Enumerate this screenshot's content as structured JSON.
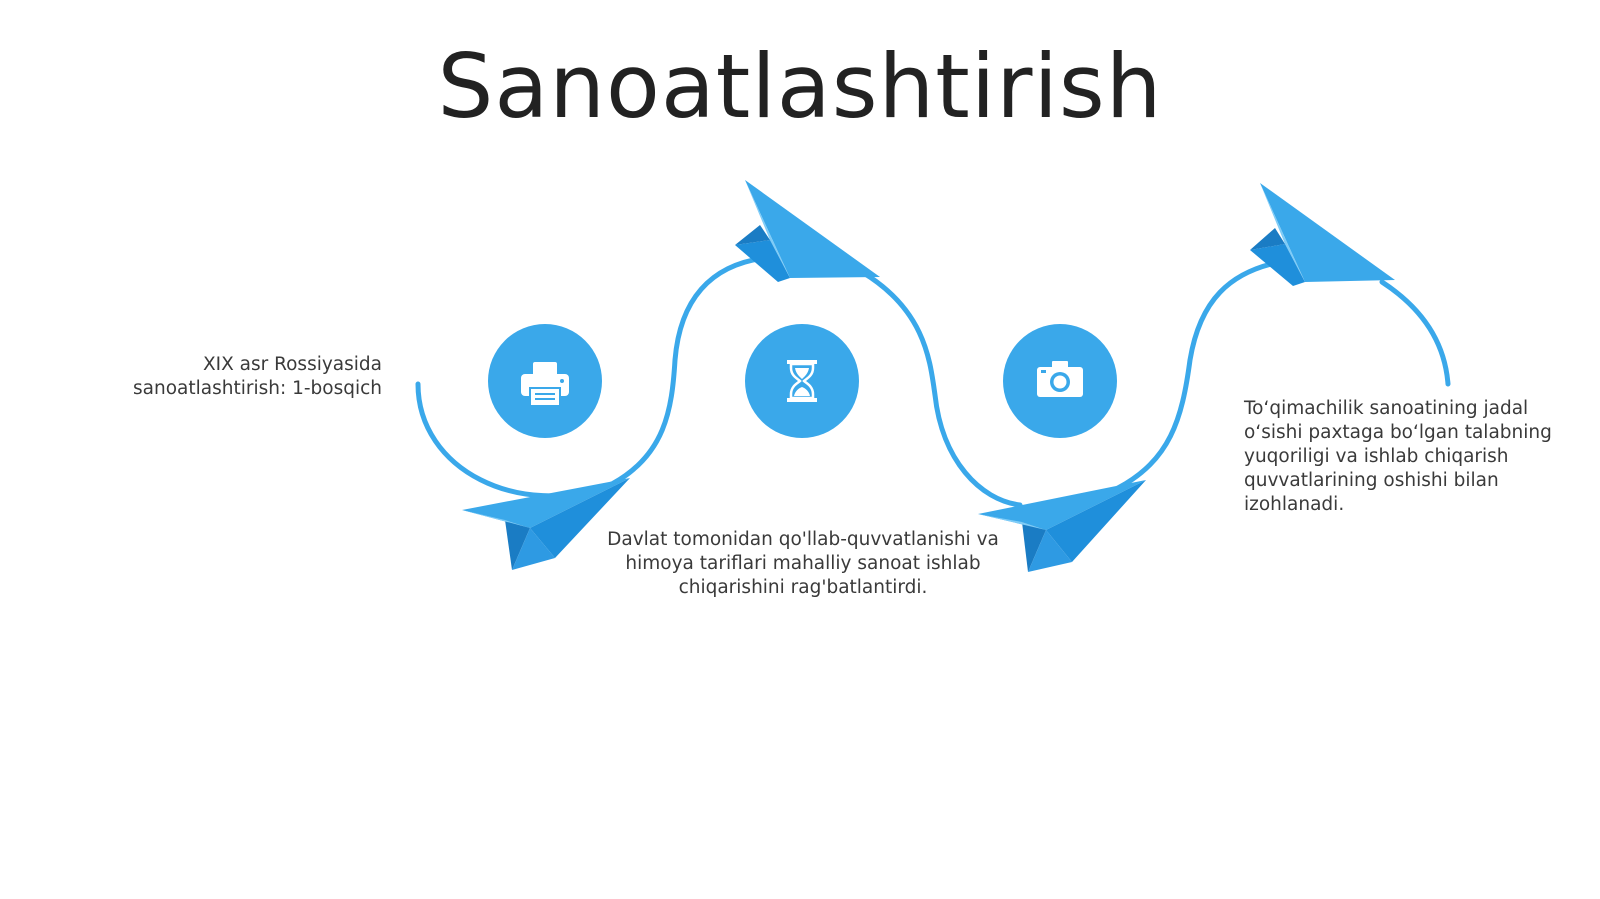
{
  "slide": {
    "title": "Sanoatlashtirish"
  },
  "colors": {
    "accent": "#3aa8ea",
    "accent_dark": "#1f8fdb",
    "accent_light": "#7fccf7",
    "text": "#3a3a3a",
    "title": "#222222",
    "background": "#ffffff"
  },
  "steps": [
    {
      "icon": "printer-icon",
      "caption": "XIX asr Rossiyasida sanoatlashtirish: 1-bosqich"
    },
    {
      "icon": "hourglass-icon",
      "caption": "Davlat tomonidan qo'llab-quvvatlanishi va himoya tariflari mahalliy sanoat ishlab chiqarishini rag'batlantirdi."
    },
    {
      "icon": "camera-icon",
      "caption": "To‘qimachilik sanoatining jadal o‘sishi paxtaga bo‘lgan talabning yuqoriligi va ishlab chiqarish quvvatlarining oshishi bilan izohlanadi."
    }
  ]
}
